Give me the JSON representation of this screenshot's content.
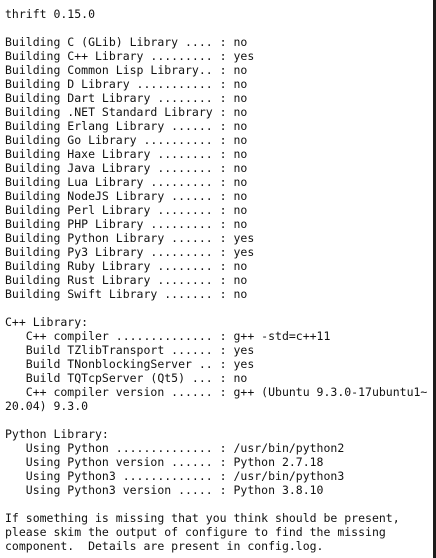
{
  "terminal": {
    "lines": [
      "thrift 0.15.0",
      "",
      "Building C (GLib) Library .... : no",
      "Building C++ Library ......... : yes",
      "Building Common Lisp Library.. : no",
      "Building D Library ........... : no",
      "Building Dart Library ........ : no",
      "Building .NET Standard Library : no",
      "Building Erlang Library ...... : no",
      "Building Go Library .......... : no",
      "Building Haxe Library ........ : no",
      "Building Java Library ........ : no",
      "Building Lua Library ......... : no",
      "Building NodeJS Library ...... : no",
      "Building Perl Library ........ : no",
      "Building PHP Library ......... : no",
      "Building Python Library ...... : yes",
      "Building Py3 Library ......... : yes",
      "Building Ruby Library ........ : no",
      "Building Rust Library ........ : no",
      "Building Swift Library ....... : no",
      "",
      "C++ Library:",
      "   C++ compiler .............. : g++ -std=c++11",
      "   Build TZlibTransport ...... : yes",
      "   Build TNonblockingServer .. : yes",
      "   Build TQTcpServer (Qt5) ... : no",
      "   C++ compiler version ...... : g++ (Ubuntu 9.3.0-17ubuntu1~",
      "20.04) 9.3.0",
      "",
      "Python Library:",
      "   Using Python .............. : /usr/bin/python2",
      "   Using Python version ...... : Python 2.7.18",
      "   Using Python3 ............. : /usr/bin/python3",
      "   Using Python3 version ..... : Python 3.8.10",
      "",
      "If something is missing that you think should be present,",
      "please skim the output of configure to find the missing",
      "component.  Details are present in config.log."
    ]
  }
}
